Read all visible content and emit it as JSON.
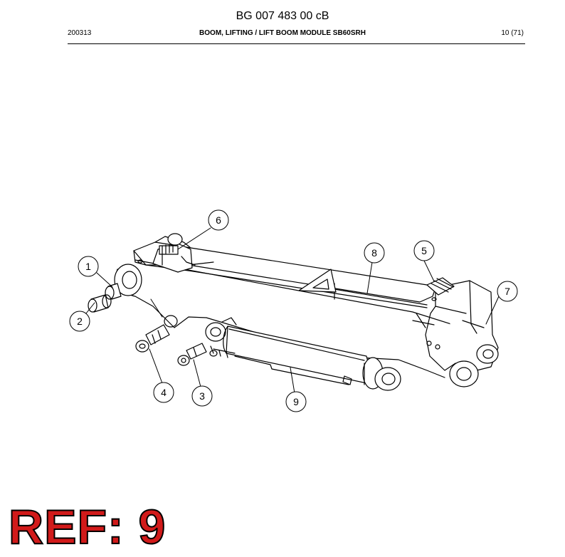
{
  "header": {
    "doc_number": "BG 007 483 00 cB",
    "date_code": "200313",
    "title": "BOOM, LIFTING / LIFT BOOM MODULE SB60SRH",
    "page": "10 (71)"
  },
  "callouts": [
    "1",
    "2",
    "3",
    "4",
    "5",
    "6",
    "7",
    "8",
    "9"
  ],
  "ref_label": "REF: 9",
  "colors": {
    "ref_label": "#d11a1a",
    "line": "#000000"
  }
}
